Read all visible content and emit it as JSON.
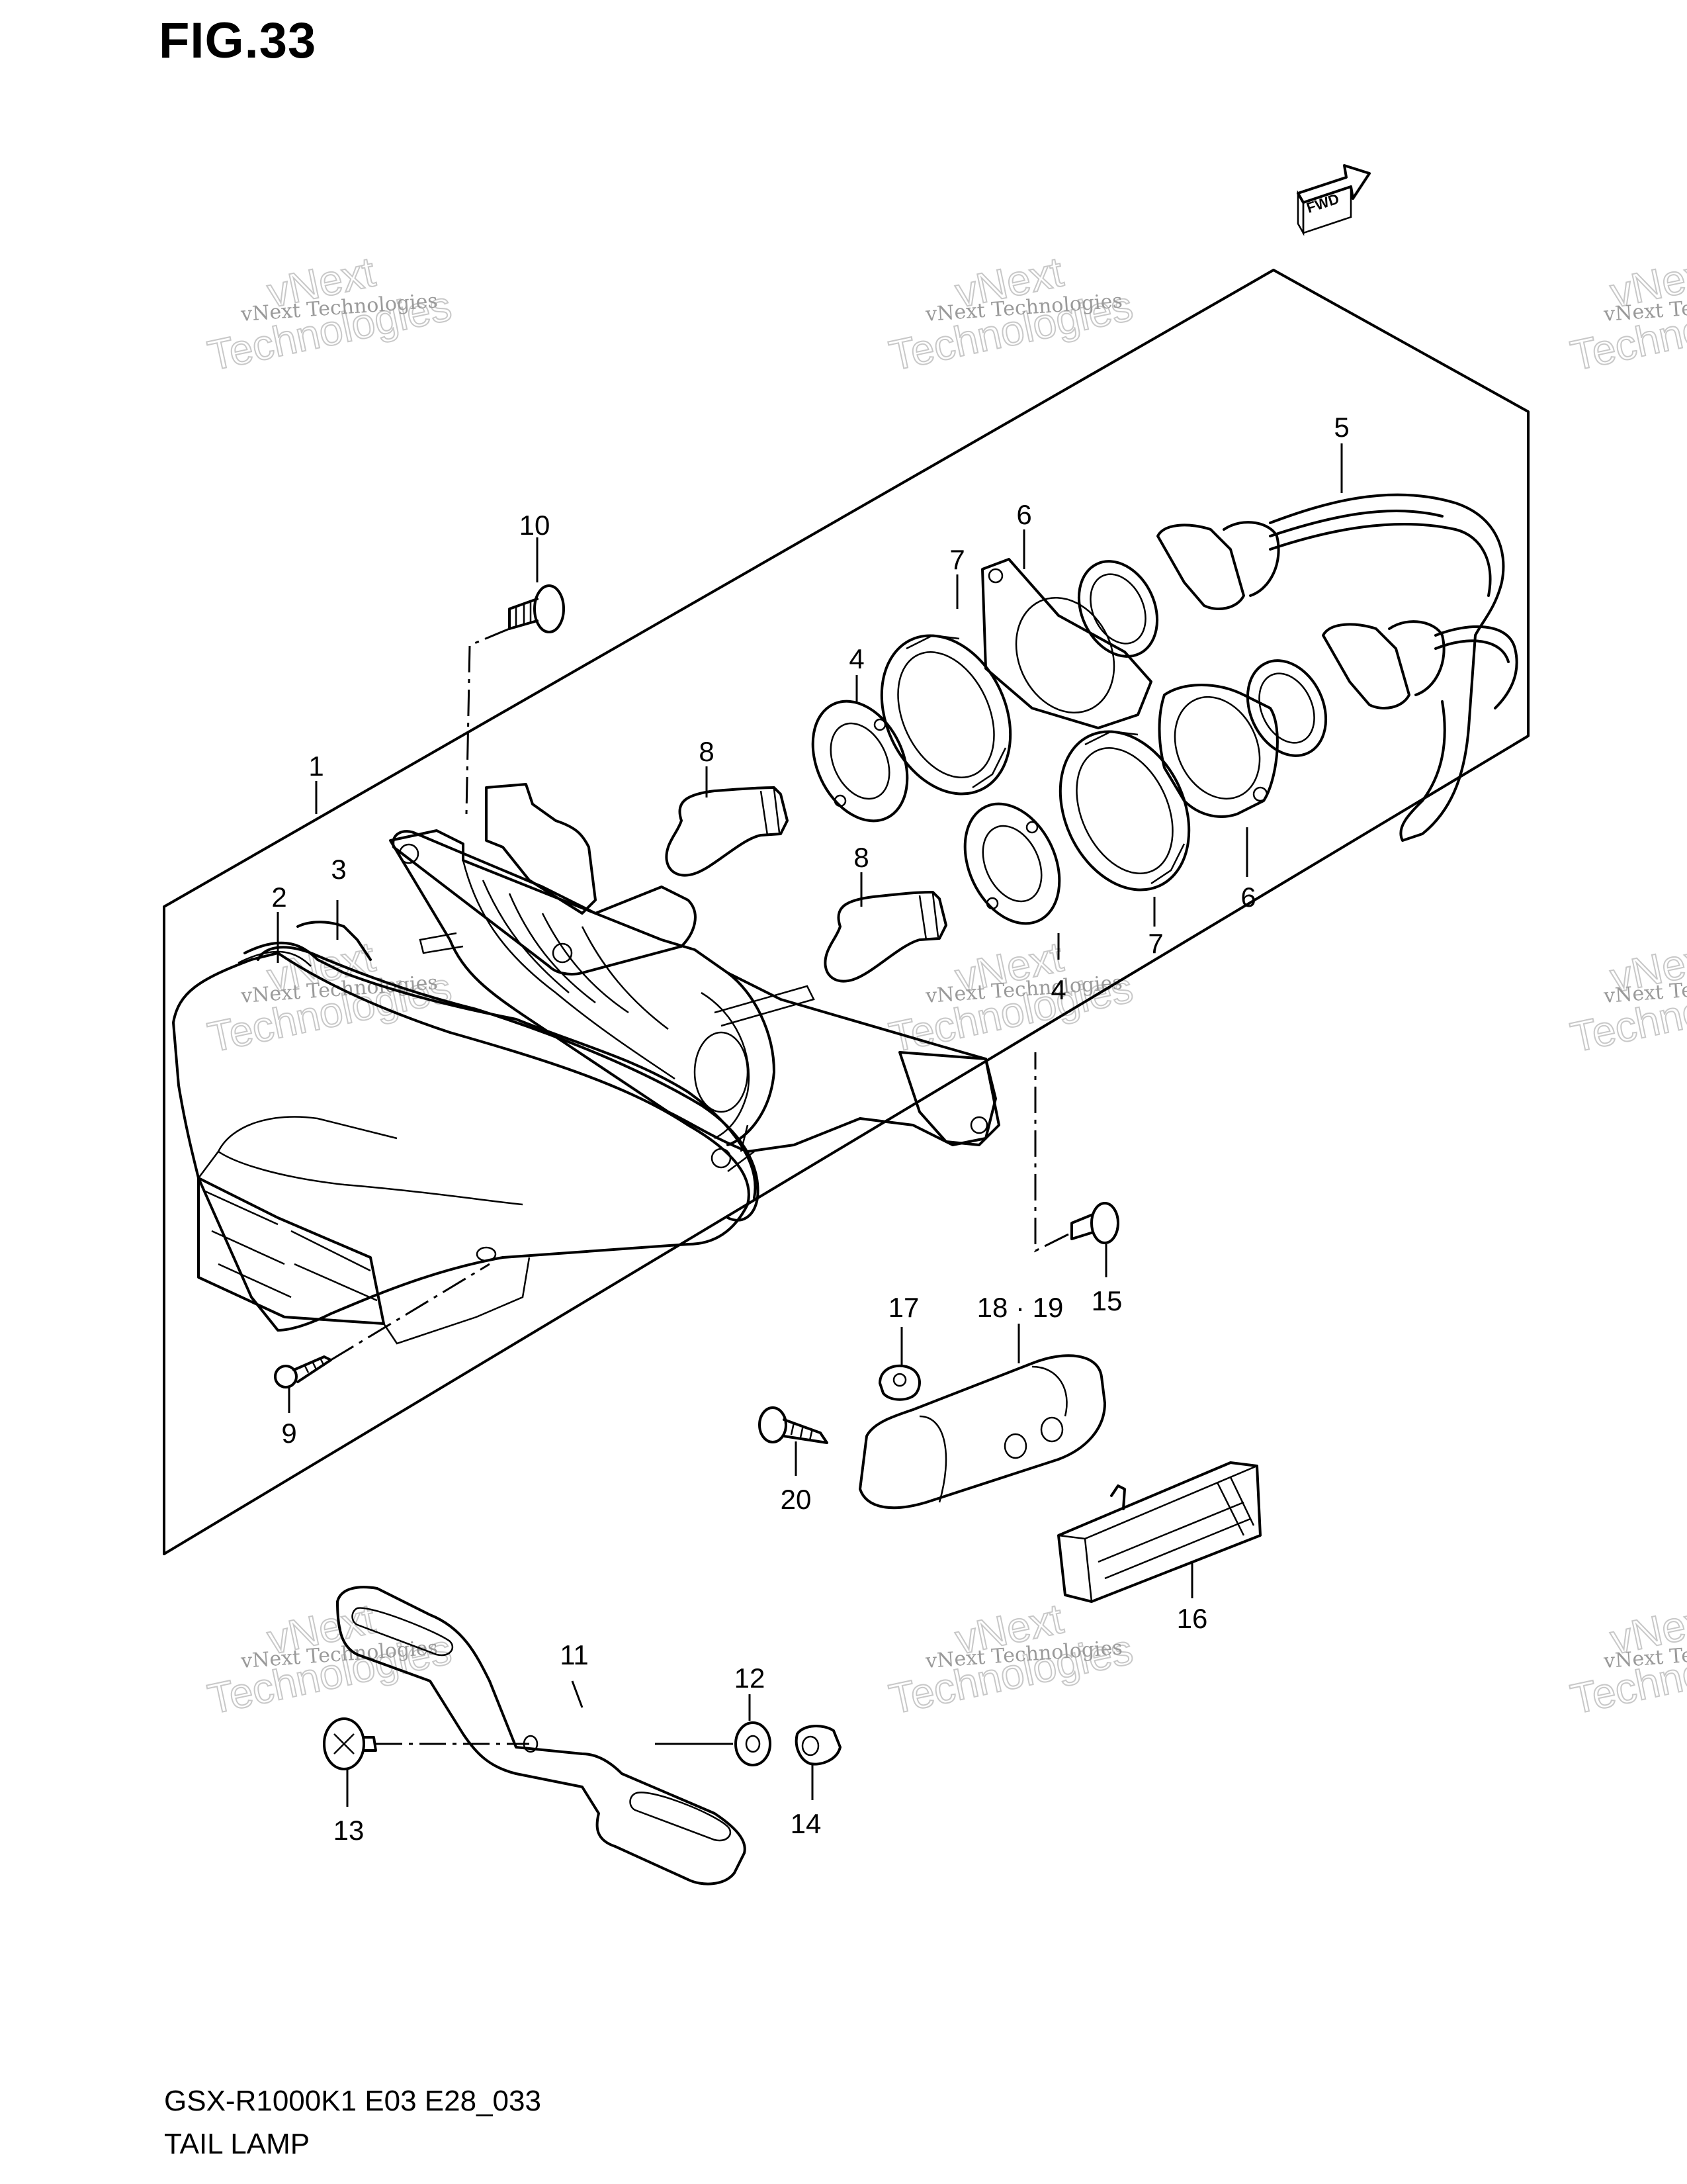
{
  "figure": {
    "title": "FIG.33",
    "model_code": "GSX-R1000K1 E03 E28_033",
    "name": "TAIL LAMP"
  },
  "fwd_label": "FWD",
  "watermark": {
    "small": "vNext Technologies",
    "big_top": "vNext",
    "big_bottom": "Technologies"
  },
  "callouts": [
    {
      "id": "c1",
      "label": "1"
    },
    {
      "id": "c2",
      "label": "2"
    },
    {
      "id": "c3",
      "label": "3"
    },
    {
      "id": "c4a",
      "label": "4"
    },
    {
      "id": "c4b",
      "label": "4"
    },
    {
      "id": "c5",
      "label": "5"
    },
    {
      "id": "c6a",
      "label": "6"
    },
    {
      "id": "c6b",
      "label": "6"
    },
    {
      "id": "c7a",
      "label": "7"
    },
    {
      "id": "c7b",
      "label": "7"
    },
    {
      "id": "c8a",
      "label": "8"
    },
    {
      "id": "c8b",
      "label": "8"
    },
    {
      "id": "c9",
      "label": "9"
    },
    {
      "id": "c10",
      "label": "10"
    },
    {
      "id": "c11",
      "label": "11"
    },
    {
      "id": "c12",
      "label": "12"
    },
    {
      "id": "c13",
      "label": "13"
    },
    {
      "id": "c14",
      "label": "14"
    },
    {
      "id": "c15",
      "label": "15"
    },
    {
      "id": "c16",
      "label": "16"
    },
    {
      "id": "c17",
      "label": "17"
    },
    {
      "id": "c1819",
      "label": "18 · 19"
    },
    {
      "id": "c20",
      "label": "20"
    }
  ]
}
